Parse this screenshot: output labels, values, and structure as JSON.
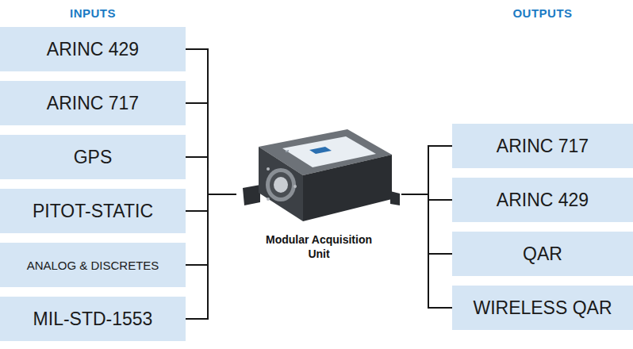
{
  "diagram": {
    "nodes": [
      {
        "text": [
          "ARINC 429"
        ]
      },
      {
        "text": [
          "ARINC 717"
        ]
      },
      {
        "text": [
          "GPS"
        ]
      },
      {
        "text": [
          "PITOT-STATIC"
        ]
      },
      {
        "text": [
          "ANALOG & DISCRETES"
        ]
      },
      {
        "text": [
          "MIL-STD-1553"
        ]
      },
      {
        "text": [
          "Modular Acquisition Unit"
        ]
      },
      {
        "text": [
          "ARINC 717"
        ]
      },
      {
        "text": [
          "ARINC 429"
        ]
      },
      {
        "text": [
          "QAR"
        ]
      },
      {
        "text": [
          "WIRELESS QAR"
        ]
      }
    ],
    "edges": [
      {
        "from": 0,
        "to": 6,
        "arrow": "none"
      },
      {
        "from": 1,
        "to": 6,
        "arrow": "none"
      },
      {
        "from": 2,
        "to": 6,
        "arrow": "none"
      },
      {
        "from": 3,
        "to": 6,
        "arrow": "none"
      },
      {
        "from": 4,
        "to": 6,
        "arrow": "none"
      },
      {
        "from": 5,
        "to": 6,
        "arrow": "none"
      },
      {
        "from": 6,
        "to": 7,
        "arrow": "none"
      },
      {
        "from": 6,
        "to": 8,
        "arrow": "none"
      },
      {
        "from": 6,
        "to": 9,
        "arrow": "none"
      },
      {
        "from": 6,
        "to": 10,
        "arrow": "none"
      }
    ],
    "labels": [
      "INPUTS",
      "OUTPUTS"
    ]
  }
}
